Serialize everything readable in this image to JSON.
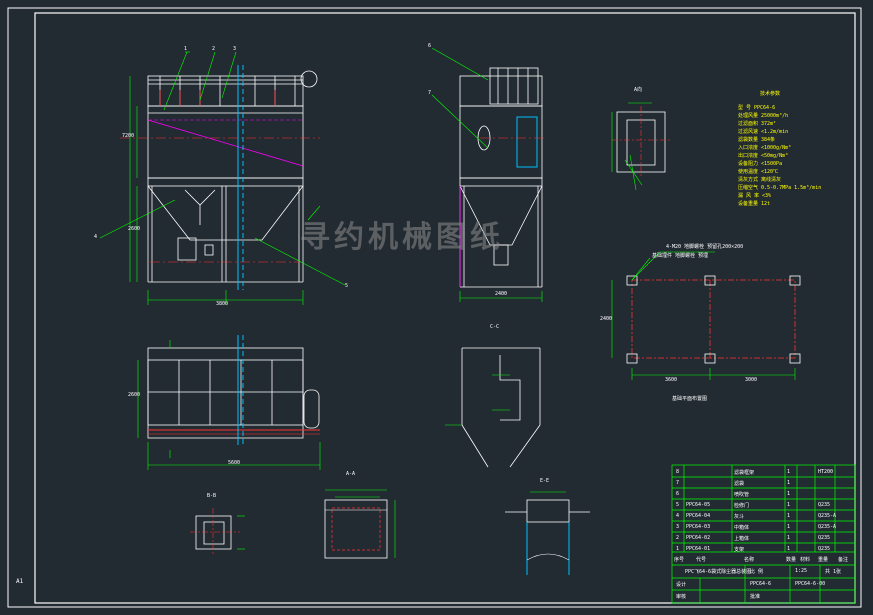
{
  "title_block": {
    "drawing_name": "PPC飞64-6袋式除尘器总装图",
    "drawing_no": "PPC64-6-00",
    "scale_label": "比 例",
    "scale_value": "1:25",
    "sheet_label": "共 1张",
    "design": "设计",
    "check": "审核",
    "approve": "批准",
    "company": "PPC64-6"
  },
  "bom": {
    "rows": [
      {
        "no": "8",
        "code": "",
        "name": "滤袋框架",
        "qty": "1",
        "material": "HT200"
      },
      {
        "no": "7",
        "code": "",
        "name": "滤袋",
        "qty": "1",
        "material": ""
      },
      {
        "no": "6",
        "code": "",
        "name": "喷吹管",
        "qty": "1",
        "material": ""
      },
      {
        "no": "5",
        "code": "PPC64-05",
        "name": "检修门",
        "qty": "1",
        "material": "Q235"
      },
      {
        "no": "4",
        "code": "PPC64-04",
        "name": "灰斗",
        "qty": "1",
        "material": "Q235-A"
      },
      {
        "no": "3",
        "code": "PPC64-03",
        "name": "中箱体",
        "qty": "1",
        "material": "Q235-A"
      },
      {
        "no": "2",
        "code": "PPC64-02",
        "name": "上箱体",
        "qty": "1",
        "material": "Q235"
      },
      {
        "no": "1",
        "code": "PPC64-01",
        "name": "支架",
        "qty": "1",
        "material": "Q235"
      }
    ],
    "header": {
      "no": "序号",
      "code": "代号",
      "name": "名称",
      "qty": "数量",
      "material": "材料",
      "weight": "重量",
      "note": "备注"
    }
  },
  "spec": {
    "title": "技术参数",
    "lines": [
      "型 号  PPC64-6",
      "处理风量  25000m³/h",
      "过滤面积  372m²",
      "过滤风速  <1.2m/min",
      "滤袋数量  384条",
      "入口浓度  <1000g/Nm³",
      "出口浓度  <50mg/Nm³",
      "设备阻力  <1500Pa",
      "使用温度  <120℃",
      "清灰方式  离线清灰",
      "压缩空气  0.5-0.7MPa  1.5m³/min",
      "漏 风 率  <3%",
      "设备重量  12t"
    ]
  },
  "views": {
    "ab": "A向",
    "bb": "B-B",
    "aa": "A-A",
    "ee": "E-E",
    "cc": "C-C",
    "foundation": "基础平面布置图",
    "anchor_note": "4-M20 地脚螺栓 预留孔200×200",
    "anchor_note2": "基础埋件 地脚螺栓 预埋"
  },
  "dims": {
    "left_width": "3800",
    "left_height": "7200",
    "left_hopper": "2600",
    "side_width": "2400",
    "plan_width": "5600",
    "plan_depth": "2600",
    "found_a": "3600",
    "found_b": "3000",
    "found_h": "2400"
  },
  "callouts": {
    "c1": "1",
    "c2": "2",
    "c3": "3",
    "c4": "4",
    "c5": "5",
    "c6": "6",
    "c7": "7"
  },
  "corner": "A1",
  "watermark": "寻约机械图纸"
}
